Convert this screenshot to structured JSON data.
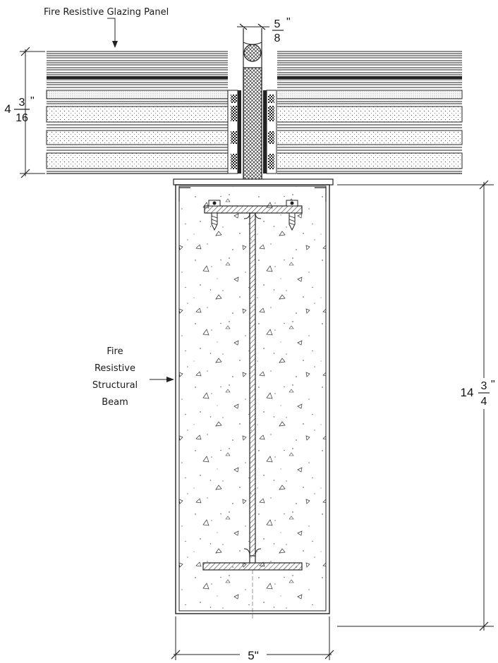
{
  "labels": {
    "glazing_panel": "Fire Resistive Glazing Panel",
    "beam_line1": "Fire",
    "beam_line2": "Resistive",
    "beam_line3": "Structural",
    "beam_line4": "Beam"
  },
  "dimensions": {
    "joint_width": {
      "num": "5",
      "den": "8",
      "unit": "\""
    },
    "panel_thickness": {
      "whole": "4",
      "num": "3",
      "den": "16",
      "unit": "\""
    },
    "beam_depth": {
      "whole": "14",
      "num": "3",
      "den": "4",
      "unit": "\""
    },
    "beam_width": "5\""
  },
  "colors": {
    "line": "#222222",
    "background": "#ffffff"
  }
}
